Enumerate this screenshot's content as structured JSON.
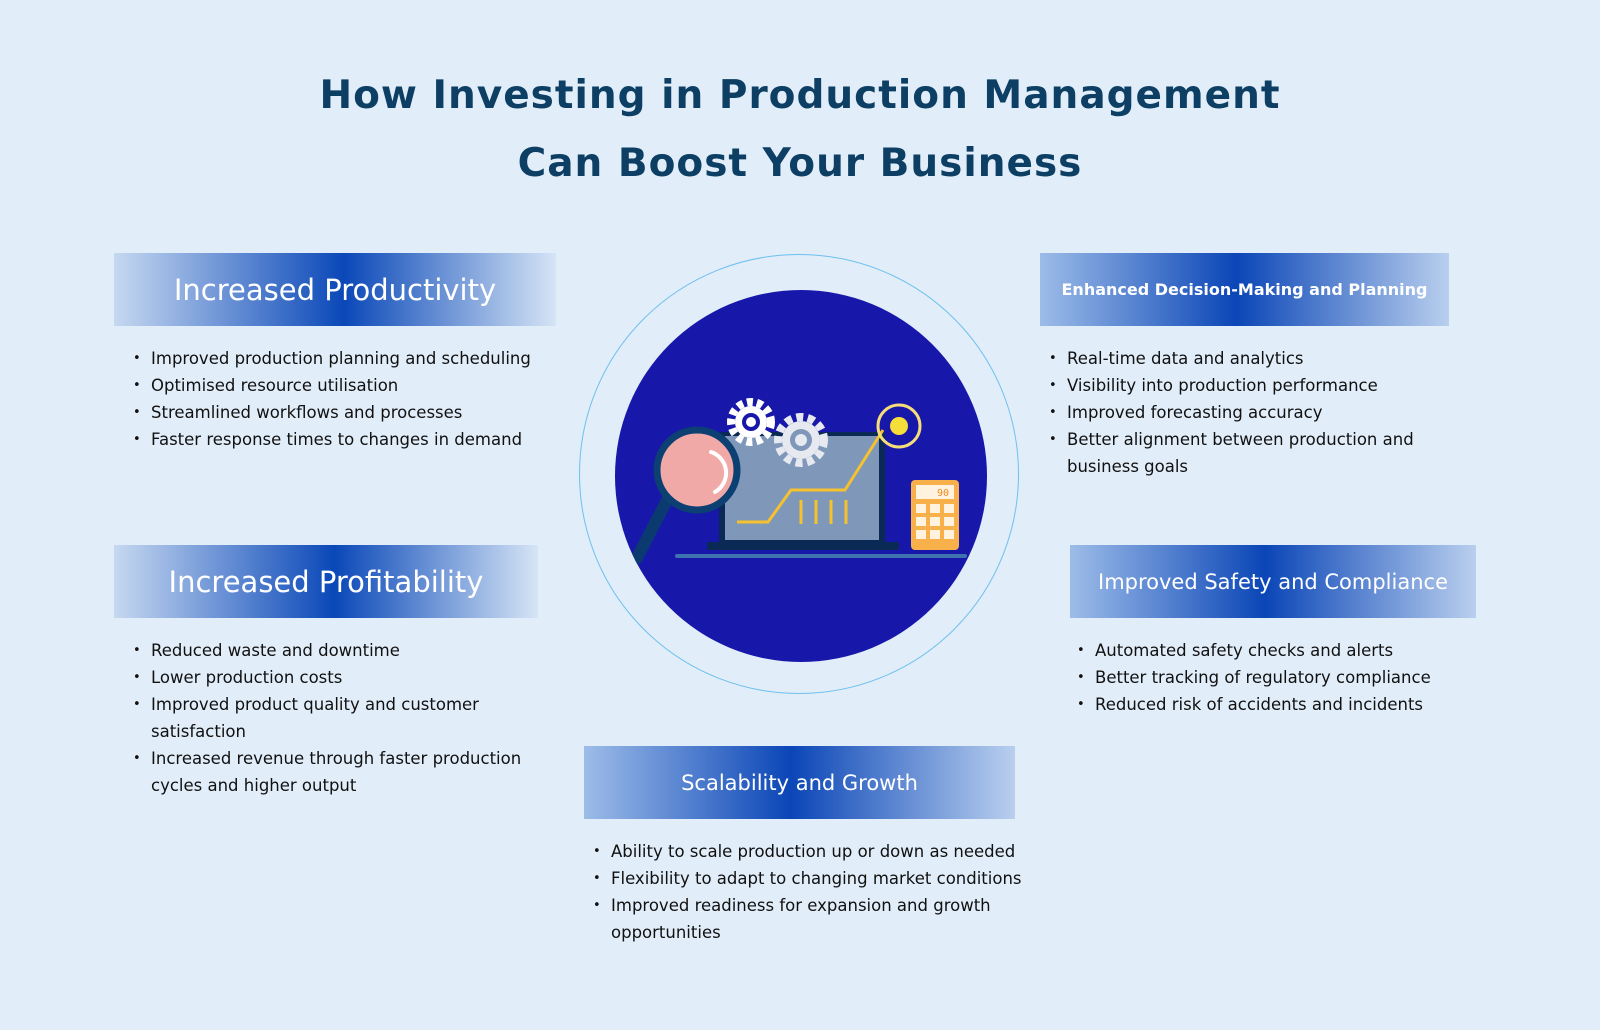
{
  "title": {
    "line1": "How Investing in Production Management",
    "line2": "Can Boost Your Business"
  },
  "sections": [
    {
      "heading": "Increased Productivity",
      "bullets": [
        "Improved production planning and scheduling",
        "Optimised resource utilisation",
        "Streamlined workflows and processes",
        "Faster response times to changes in demand"
      ]
    },
    {
      "heading": "Increased Profitability",
      "bullets": [
        "Reduced waste and downtime",
        "Lower production costs",
        "Improved product quality and customer satisfaction",
        "Increased revenue through faster production cycles and higher output"
      ]
    },
    {
      "heading": "Enhanced Decision-Making and Planning",
      "bullets": [
        "Real-time data and analytics",
        "Visibility into production performance",
        "Improved forecasting accuracy",
        "Better alignment between production and business goals"
      ]
    },
    {
      "heading": "Improved Safety and Compliance",
      "bullets": [
        "Automated safety checks and alerts",
        "Better tracking of regulatory compliance",
        "Reduced risk of accidents and incidents"
      ]
    },
    {
      "heading": "Scalability and Growth",
      "bullets": [
        "Ability to scale production up or down as needed",
        "Flexibility to adapt to changing market conditions",
        "Improved readiness for expansion and growth opportunities"
      ]
    }
  ],
  "illustration": {
    "icons": [
      "magnifying-glass-icon",
      "laptop-icon",
      "gear-icon",
      "line-chart-icon",
      "calculator-icon"
    ],
    "calculator_display": "90",
    "colors": {
      "disc": "#1717aa",
      "screen": "#7f97b8",
      "chart_line": "#f5c12e",
      "lens": "#f0a9a6",
      "calculator": "#f7b04a"
    }
  }
}
